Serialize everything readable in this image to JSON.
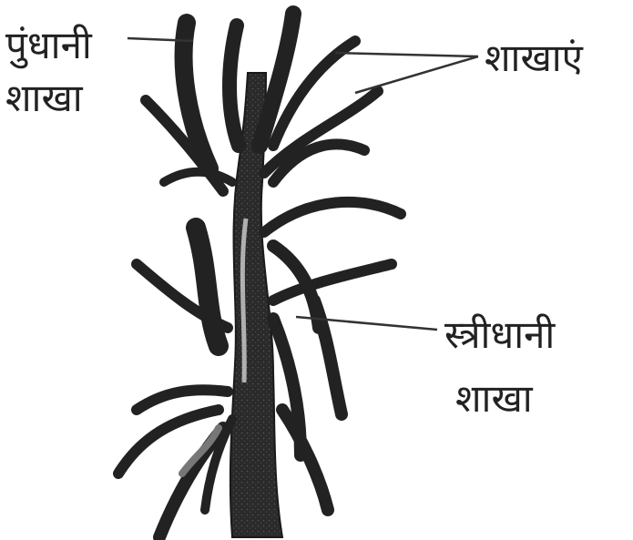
{
  "labels": {
    "antheridiophore_line1": "पुंधानी",
    "antheridiophore_line2": "शाखा",
    "branches": "शाखाएं",
    "archegoniophore_line1": "स्त्रीधानी",
    "archegoniophore_line2": "शाखा"
  },
  "colors": {
    "ink": "#222222",
    "background": "#ffffff"
  }
}
